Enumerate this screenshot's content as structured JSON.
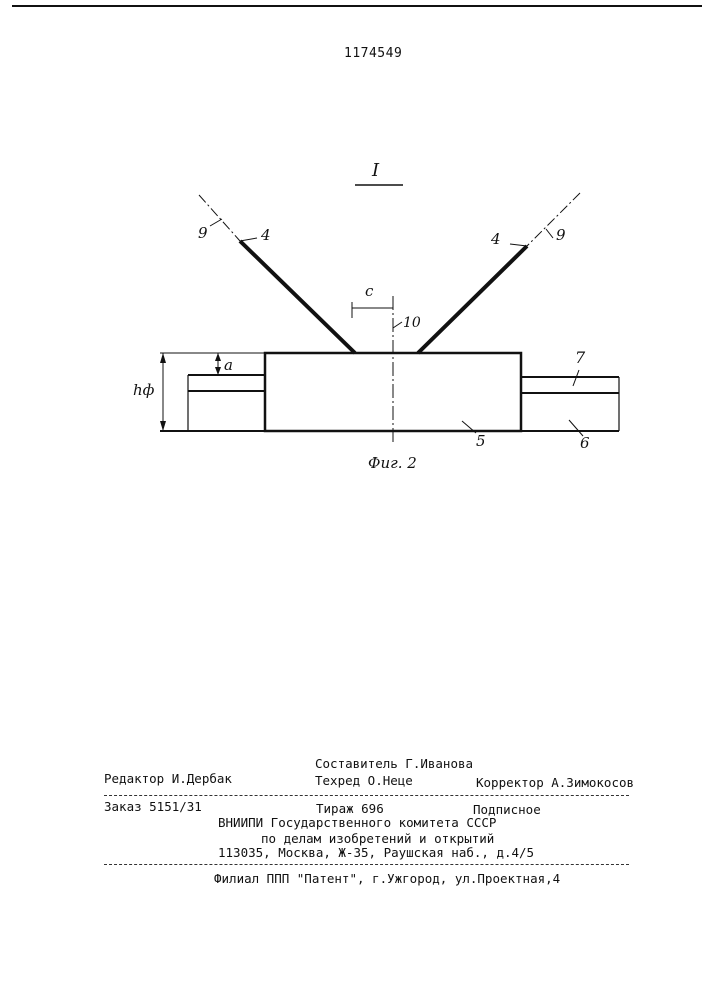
{
  "header": {
    "patent_number": "1174549"
  },
  "figure": {
    "detail_label": "I",
    "caption": "Фиг. 2",
    "dimension_labels": {
      "c": "c",
      "a": "a",
      "h_phi": "hф"
    },
    "part_numbers": {
      "left_axis": "9",
      "left_rod": "4",
      "right_rod": "4",
      "right_axis": "9",
      "axis_line": "10",
      "top_layer": "7",
      "block": "5",
      "bottom_layer": "6"
    }
  },
  "imprint": {
    "compiler": "Составитель Г.Иванова",
    "editor": "Редактор И.Дербак",
    "techred": "Техред О.Неце",
    "corrector": "Корректор А.Зимокосов",
    "order": "Заказ 5151/31",
    "circulation": "Тираж 696",
    "subscription": "Подписное",
    "institute_line1": "ВНИИПИ Государственного комитета СССР",
    "institute_line2": "по делам изобретений и открытий",
    "address": "113035, Москва, Ж-35, Раушская наб., д.4/5",
    "branch": "Филиал ППП \"Патент\", г.Ужгород, ул.Проектная,4"
  }
}
